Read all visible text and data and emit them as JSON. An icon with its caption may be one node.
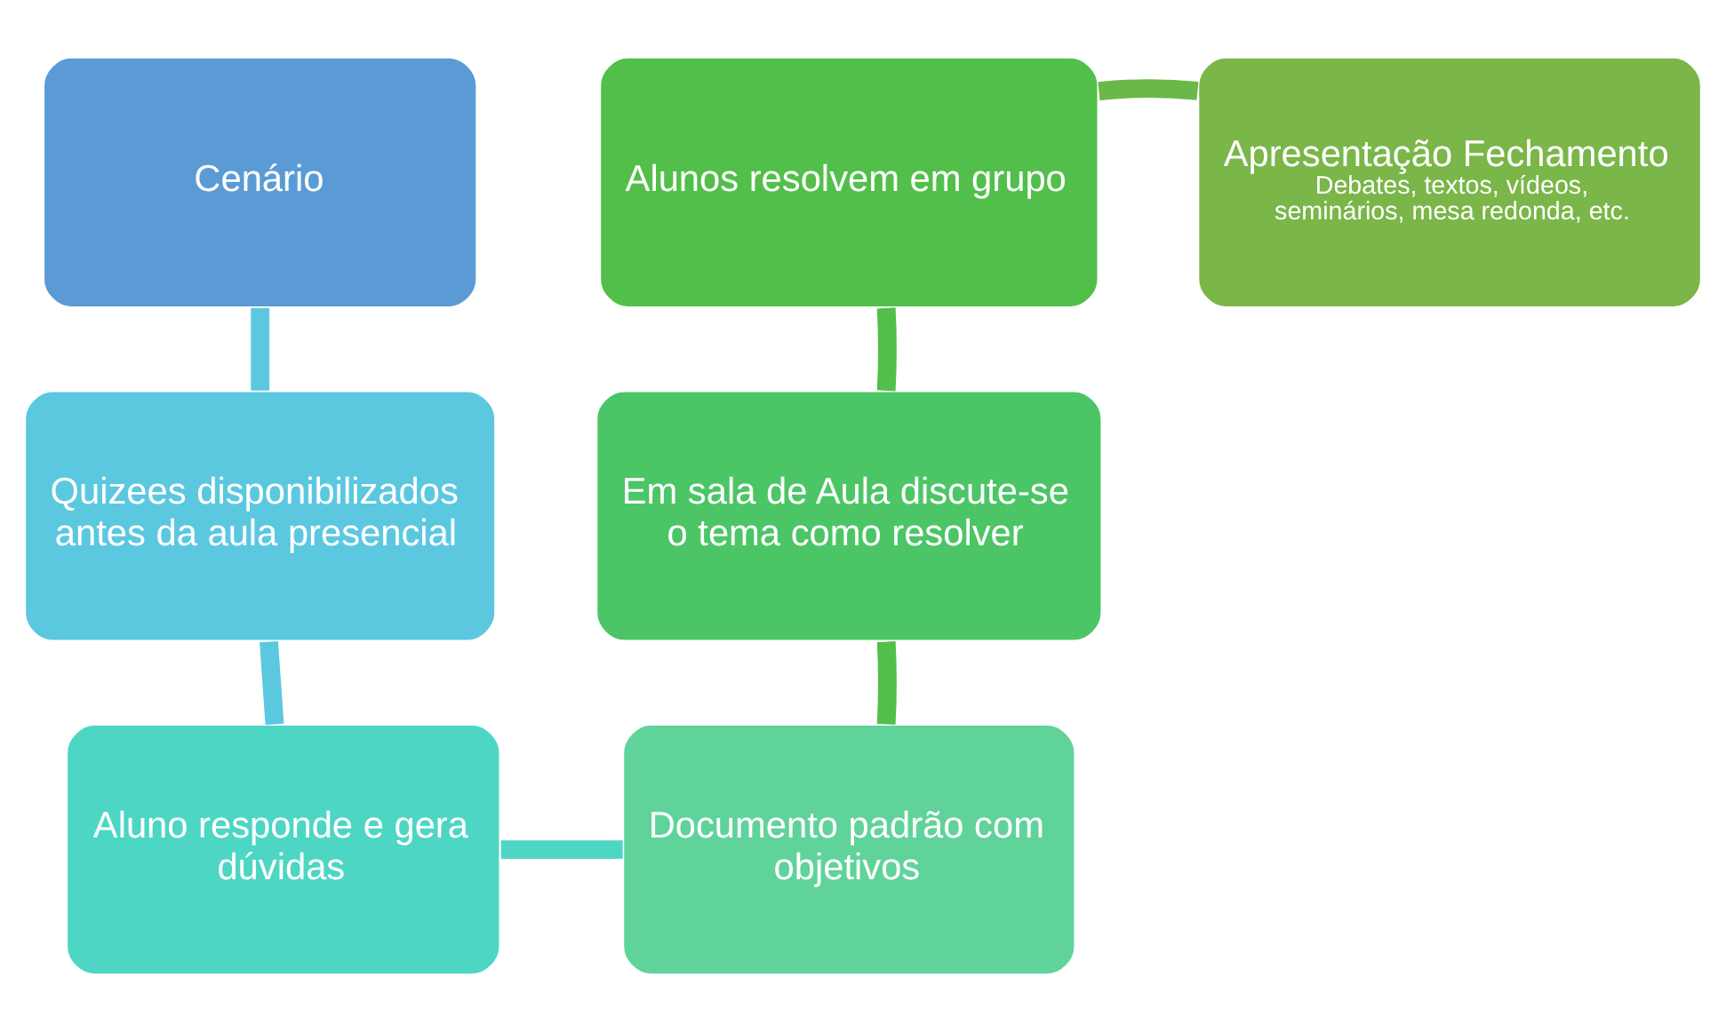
{
  "diagram": {
    "nodes": [
      {
        "text": [
          "Cenário"
        ]
      },
      {
        "text": [
          "Quizees disponibilizados antes da aula presencial"
        ]
      },
      {
        "text": [
          "Aluno responde e gera dúvidas"
        ]
      },
      {
        "text": [
          "Documento padrão com objetivos"
        ]
      },
      {
        "text": [
          "Em sala de Aula discute-se o tema como resolver"
        ]
      },
      {
        "text": [
          "Alunos resolvem em grupo"
        ]
      },
      {
        "text": [
          "Apresentação Fechamento",
          "Debates, textos, vídeos, seminários, mesa redonda, etc."
        ]
      }
    ],
    "edges": [
      {
        "from": 0,
        "to": 1,
        "arrow": "none"
      },
      {
        "from": 1,
        "to": 2,
        "arrow": "none"
      },
      {
        "from": 2,
        "to": 3,
        "arrow": "none",
        "color": "#4dd6c4"
      },
      {
        "from": 3,
        "to": 4,
        "arrow": "none",
        "color": "#52bf4a"
      },
      {
        "from": 4,
        "to": 5,
        "arrow": "none",
        "color": "#52bf4a"
      },
      {
        "from": 5,
        "to": 6,
        "arrow": "none",
        "color": "#6ab848"
      }
    ]
  }
}
